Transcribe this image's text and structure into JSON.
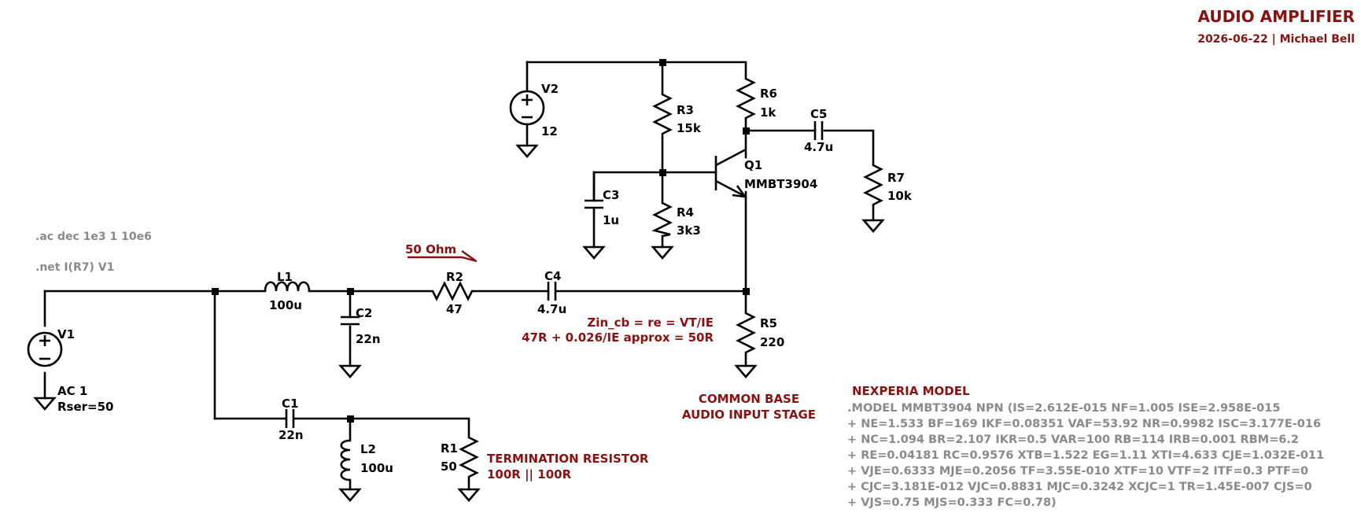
{
  "header": {
    "title": "AUDIO AMPLIFIER",
    "subtitle": "2026-06-22 | Michael Bell"
  },
  "directives": {
    "ac": ".ac dec 1e3 1 10e6",
    "net": ".net I(R7) V1"
  },
  "components": {
    "v1": {
      "name": "V1",
      "value": "AC 1",
      "extra": "Rser=50"
    },
    "v2": {
      "name": "V2",
      "value": "12"
    },
    "l1": {
      "name": "L1",
      "value": "100u"
    },
    "l2": {
      "name": "L2",
      "value": "100u"
    },
    "c1": {
      "name": "C1",
      "value": "22n"
    },
    "c2": {
      "name": "C2",
      "value": "22n"
    },
    "c3": {
      "name": "C3",
      "value": "1u"
    },
    "c4": {
      "name": "C4",
      "value": "4.7u"
    },
    "c5": {
      "name": "C5",
      "value": "4.7u"
    },
    "r1": {
      "name": "R1",
      "value": "50"
    },
    "r2": {
      "name": "R2",
      "value": "47"
    },
    "r3": {
      "name": "R3",
      "value": "15k"
    },
    "r4": {
      "name": "R4",
      "value": "3k3"
    },
    "r5": {
      "name": "R5",
      "value": "220"
    },
    "r6": {
      "name": "R6",
      "value": "1k"
    },
    "r7": {
      "name": "R7",
      "value": "10k"
    },
    "q1": {
      "name": "Q1",
      "value": "MMBT3904"
    }
  },
  "annotations": {
    "ohm_marker": "50 Ohm",
    "zin_line1": "Zin_cb = re = VT/IE",
    "zin_line2": "47R + 0.026/IE approx = 50R",
    "stage_line1": "COMMON BASE",
    "stage_line2": "AUDIO INPUT STAGE",
    "term_line1": "TERMINATION RESISTOR",
    "term_line2": "100R || 100R"
  },
  "model": {
    "heading": "NEXPERIA MODEL",
    "lines": [
      ".MODEL MMBT3904 NPN (IS=2.612E-015 NF=1.005 ISE=2.958E-015",
      "+ NE=1.533 BF=169 IKF=0.08351 VAF=53.92 NR=0.9982 ISC=3.177E-016",
      "+ NC=1.094 BR=2.107 IKR=0.5 VAR=100 RB=114 IRB=0.001 RBM=6.2",
      "+ RE=0.04181 RC=0.9576 XTB=1.522 EG=1.11 XTI=4.633 CJE=1.032E-011",
      "+ VJE=0.6333 MJE=0.2056 TF=3.55E-010 XTF=10 VTF=2 ITF=0.3 PTF=0",
      "+ CJC=3.181E-012 VJC=0.8831 MJC=0.3242 XCJC=1 TR=1.45E-007 CJS=0",
      "+ VJS=0.75 MJS=0.333 FC=0.78)"
    ]
  },
  "colors": {
    "wire": "#000000",
    "note": "#8b1010",
    "directive": "#8a8a8a"
  }
}
